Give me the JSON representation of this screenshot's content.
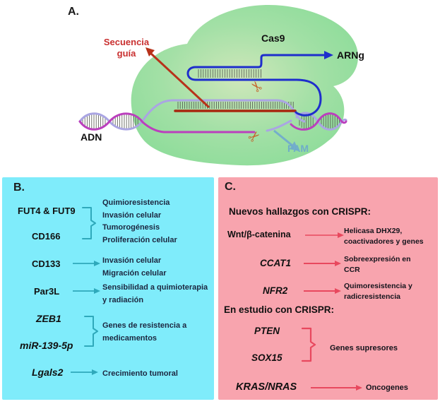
{
  "figure": {
    "panel_a": {
      "label": "A.",
      "guide_label_line1": "Secuencia",
      "guide_label_line2": "guía",
      "cas9_label": "Cas9",
      "arng_label": "ARNg",
      "adn_label": "ADN",
      "pam_label": "PAM"
    },
    "panel_b": {
      "label": "B.",
      "groups": [
        {
          "genes": [
            "FUT4 & FUT9",
            "CD166"
          ],
          "effects": [
            "Quimioresistencia",
            "Invasión celular",
            "Tumorogénesis",
            "Proliferación celular"
          ]
        },
        {
          "genes": [
            "CD133"
          ],
          "effects": [
            "Invasión celular",
            "Migración celular"
          ]
        },
        {
          "genes": [
            "Par3L"
          ],
          "effects": [
            "Sensibilidad a quimioterapia",
            "y radiación"
          ]
        },
        {
          "genes": [
            "ZEB1",
            "miR-139-5p"
          ],
          "effects": [
            "Genes de resistencia a",
            "medicamentos"
          ]
        },
        {
          "genes": [
            "Lgals2"
          ],
          "effects": [
            "Crecimiento tumoral"
          ]
        }
      ]
    },
    "panel_c": {
      "label": "C.",
      "heading_new": "Nuevos hallazgos con CRISPR:",
      "heading_study": "En estudio con CRISPR:",
      "rows": [
        {
          "gene": "Wnt/β-catenina",
          "effects": [
            "Helicasa DHX29,",
            "coactivadores y genes"
          ]
        },
        {
          "gene": "CCAT1",
          "effects": [
            "Sobreexpresión en",
            "CCR"
          ]
        },
        {
          "gene": "NFR2",
          "effects": [
            "Quimoresistencia y",
            "radicresistencia"
          ]
        }
      ],
      "suppressor_group": {
        "genes": [
          "PTEN",
          "SOX15"
        ],
        "effect": "Genes supresores"
      },
      "oncogene_row": {
        "gene": "KRAS/NRAS",
        "effect": "Oncogenes"
      }
    },
    "colors": {
      "panel_b_bg": "#7fecfb",
      "panel_c_bg": "#f8a4ae",
      "teal_connector": "#2fa9bb",
      "red_connector": "#e8485e",
      "guide_red": "#a8260f",
      "sgrna_blue": "#1e2ecc",
      "dna_magenta": "#bb3fbd",
      "dna_purple": "#aaa5e3",
      "cas9_green": "#8cdc99",
      "pam_teal": "#74aecb",
      "scissors_orange": "#c4652e"
    }
  }
}
